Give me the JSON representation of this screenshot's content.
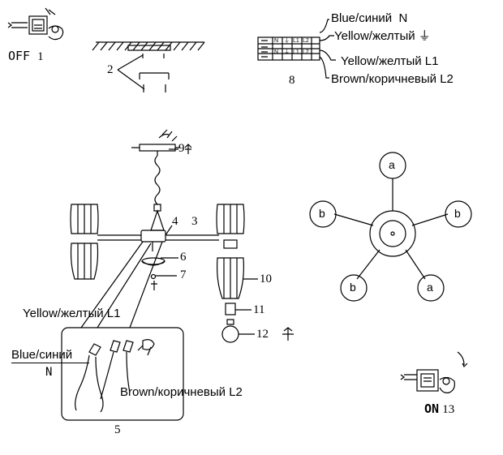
{
  "steps": {
    "off": {
      "word": "OFF",
      "num": "1"
    },
    "s2": "2",
    "s3": "3",
    "s4": "4",
    "s5": "5",
    "s6": "6",
    "s7": "7",
    "s8": "8",
    "s9": "9",
    "s10": "10",
    "s11": "11",
    "s12": "12",
    "on": {
      "word": "ON",
      "num": "13"
    }
  },
  "terminal": {
    "blue": "Blue/синий  N",
    "yellow_pe": "Yellow/желтый ⏚",
    "yellow_l1": "Yellow/желтый L1",
    "brown_l2": "Brown/коричневый L2",
    "block_marks": [
      "N",
      "⏚",
      "L1",
      "L2",
      "N",
      "⏚",
      "L1",
      "L2"
    ]
  },
  "wiring": {
    "yellow_l1": "Yellow/желтый L1",
    "blue": "Blue/синий",
    "n": "N",
    "brown_l2": "Brown/коричневый L2"
  },
  "circuit": {
    "center": "",
    "arms": [
      "a",
      "b",
      "b",
      "a",
      "b"
    ]
  }
}
